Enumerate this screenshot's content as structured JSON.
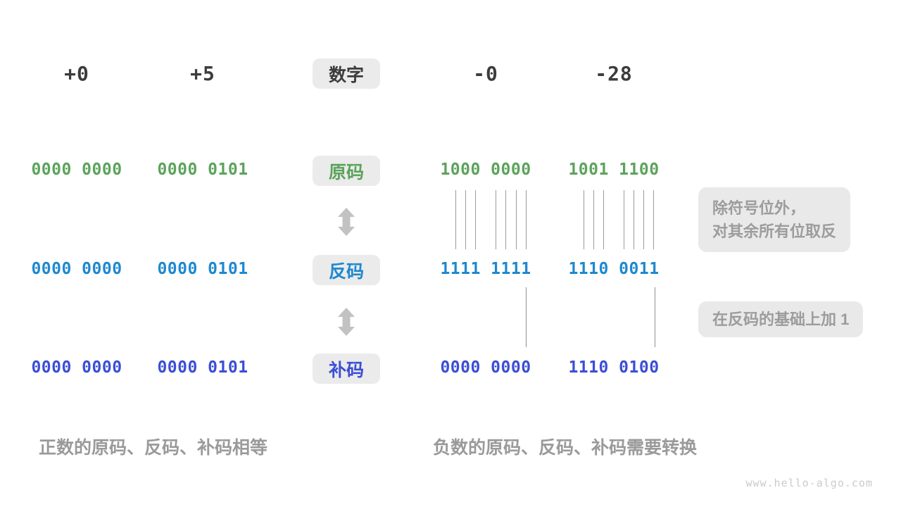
{
  "palette": {
    "dark_text": "#3C3C3C",
    "sign_green": "#5BA35B",
    "ones_blue": "#1E88CF",
    "twos_indigo": "#3B4ED6",
    "badge_bg": "#EBEBEB",
    "note_bg": "#E9E9E9",
    "note_text": "#9C9C9C",
    "caption_gray": "#9A9A9A",
    "arrow_gray": "#C2C2C2"
  },
  "header": {
    "badge": "数字",
    "columns": [
      "+0",
      "+5",
      "-0",
      "-28"
    ]
  },
  "rows": {
    "sign": {
      "label": "原码",
      "values": [
        "0000 0000",
        "0000 0101",
        "1000 0000",
        "1001 1100"
      ]
    },
    "ones": {
      "label": "反码",
      "values": [
        "0000 0000",
        "0000 0101",
        "1111 1111",
        "1110 0011"
      ]
    },
    "twos": {
      "label": "补码",
      "values": [
        "0000 0000",
        "0000 0101",
        "0000 0000",
        "1110 0100"
      ]
    }
  },
  "notes": {
    "flip_line1": "除符号位外，",
    "flip_line2": "对其余所有位取反",
    "add_one": "在反码的基础上加 1"
  },
  "captions": {
    "positive": "正数的原码、反码、补码相等",
    "negative": "负数的原码、反码、补码需要转换"
  },
  "watermark": "www.hello-algo.com"
}
